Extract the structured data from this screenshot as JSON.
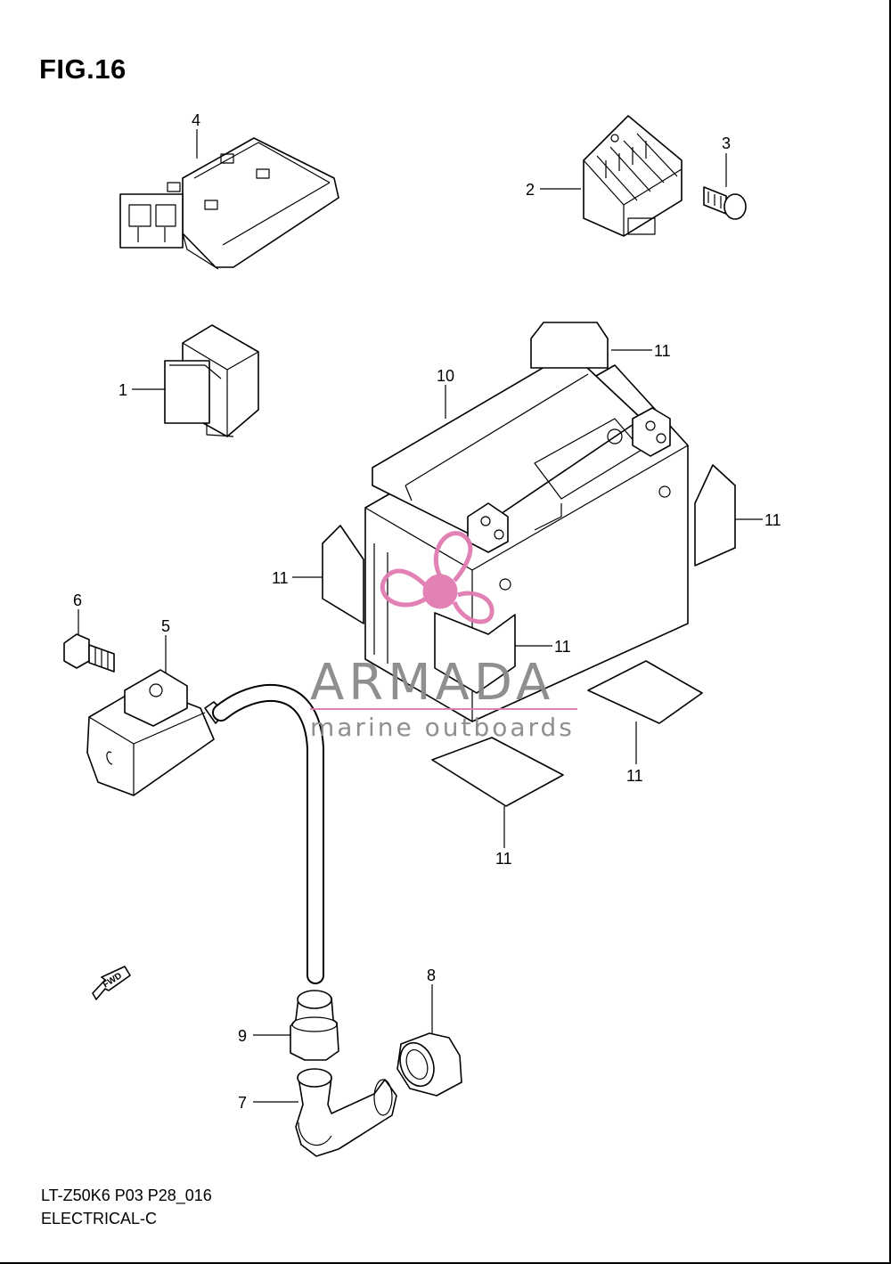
{
  "figure": {
    "title": "FIG.16",
    "model_code": "LT-Z50K6 P03 P28_016",
    "section": "ELECTRICAL-C"
  },
  "callouts": [
    {
      "id": "1",
      "label": "1"
    },
    {
      "id": "2",
      "label": "2"
    },
    {
      "id": "3",
      "label": "3"
    },
    {
      "id": "4",
      "label": "4"
    },
    {
      "id": "5",
      "label": "5"
    },
    {
      "id": "6",
      "label": "6"
    },
    {
      "id": "7",
      "label": "7"
    },
    {
      "id": "8",
      "label": "8"
    },
    {
      "id": "9",
      "label": "9"
    },
    {
      "id": "10",
      "label": "10"
    },
    {
      "id": "11",
      "label": "11"
    }
  ],
  "direction_arrow": {
    "label": "FWD"
  },
  "watermark": {
    "brand": "ARMADA",
    "tagline": "marine outboards",
    "accent_color": "#e07bb0",
    "text_color": "#8a8a8a"
  }
}
